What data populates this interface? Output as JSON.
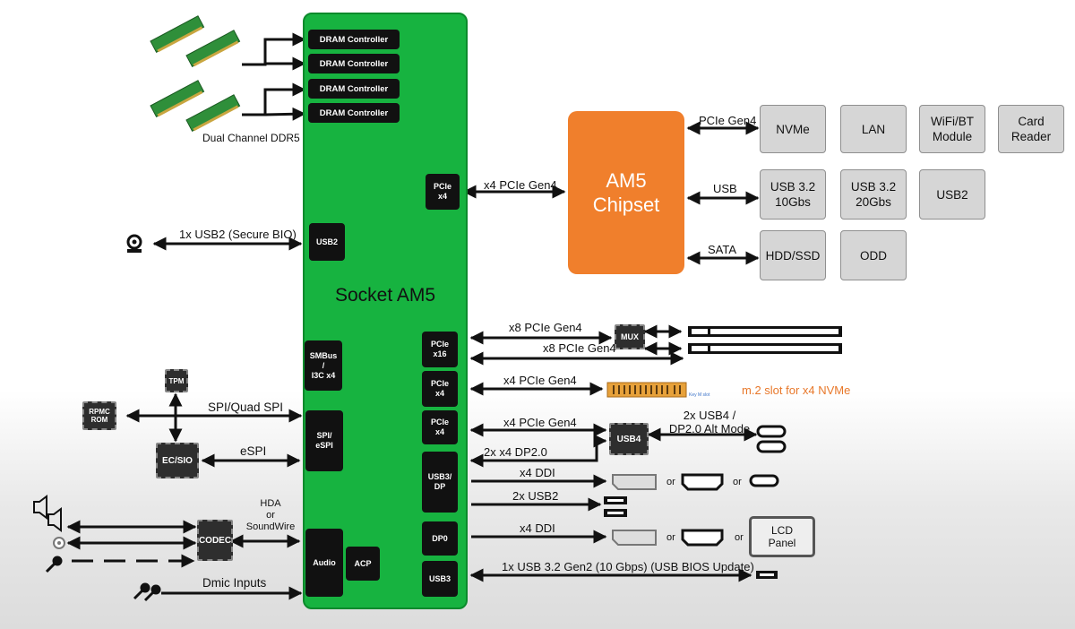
{
  "socket": {
    "title": "Socket\nAM5",
    "blocks": {
      "dram1": "DRAM Controller",
      "dram2": "DRAM Controller",
      "dram3": "DRAM Controller",
      "dram4": "DRAM Controller",
      "pcie_x4_chipset": "PCIe\nx4",
      "usb2": "USB2",
      "smbus": "SMBus\n/\nI3C x4",
      "pcie_x16": "PCIe\nx16",
      "pcie_x4_m2": "PCIe\nx4",
      "pcie_x4_usb4": "PCIe\nx4",
      "spi": "SPI/\neSPI",
      "usb3_dp": "USB3/\nDP",
      "dp0": "DP0",
      "usb3": "USB3",
      "audio": "Audio",
      "acp": "ACP"
    }
  },
  "chipset": {
    "title": "AM5\nChipset",
    "devices": {
      "nvme": "NVMe",
      "lan": "LAN",
      "wifi": "WiFi/BT\nModule",
      "card": "Card\nReader",
      "usb32_10": "USB 3.2\n10Gbs",
      "usb32_20": "USB 3.2\n20Gbs",
      "usb2": "USB2",
      "hdd": "HDD/SSD",
      "odd": "ODD"
    },
    "links": {
      "pcie": "PCIe Gen4",
      "usb": "USB",
      "sata": "SATA"
    }
  },
  "labels": {
    "memory": "Dual Channel DDR5",
    "chipset_link": "x4 PCIe Gen4",
    "usb2_bio": "1x USB2 (Secure BIO)",
    "x8_a": "x8 PCIe Gen4",
    "x8_b": "x8 PCIe Gen4",
    "mux": "MUX",
    "m2_link": "x4 PCIe Gen4",
    "m2_note": "m.2 slot for x4 NVMe",
    "keym": "Key M slot",
    "usb4_link": "x4 PCIe Gen4",
    "usb4": "USB4",
    "usb4_out": "2x USB4 /\nDP2.0 Alt Mode",
    "dp20": "2x x4 DP2.0",
    "ddi1": "x4 DDI",
    "usb2x2": "2x USB2",
    "ddi2": "x4 DDI",
    "or1": "or",
    "or2": "or",
    "or3": "or",
    "or4": "or",
    "lcd": "LCD\nPanel",
    "usb_bios": "1x USB 3.2 Gen2 (10 Gbps) (USB BIOS Update)",
    "tpm": "TPM",
    "rpmc": "RPMC\nROM",
    "spi_quad": "SPI/Quad SPI",
    "ec": "EC/SIO",
    "espi": "eSPI",
    "codec": "CODEC",
    "hda": "HDA\nor\nSoundWire",
    "dmic": "Dmic Inputs"
  },
  "colors": {
    "socket": "#17b340",
    "chipset": "#f07f2c",
    "device_box": "#d6d6d6",
    "block": "#111111",
    "note": "#e8782a"
  },
  "icons": [
    "ram-stick-icon",
    "webcam-icon",
    "speaker-icon",
    "headphone-jack-icon",
    "microphone-icon",
    "usb-c-port-icon",
    "hdmi-port-icon",
    "displayport-icon",
    "usb-a-port-icon"
  ]
}
